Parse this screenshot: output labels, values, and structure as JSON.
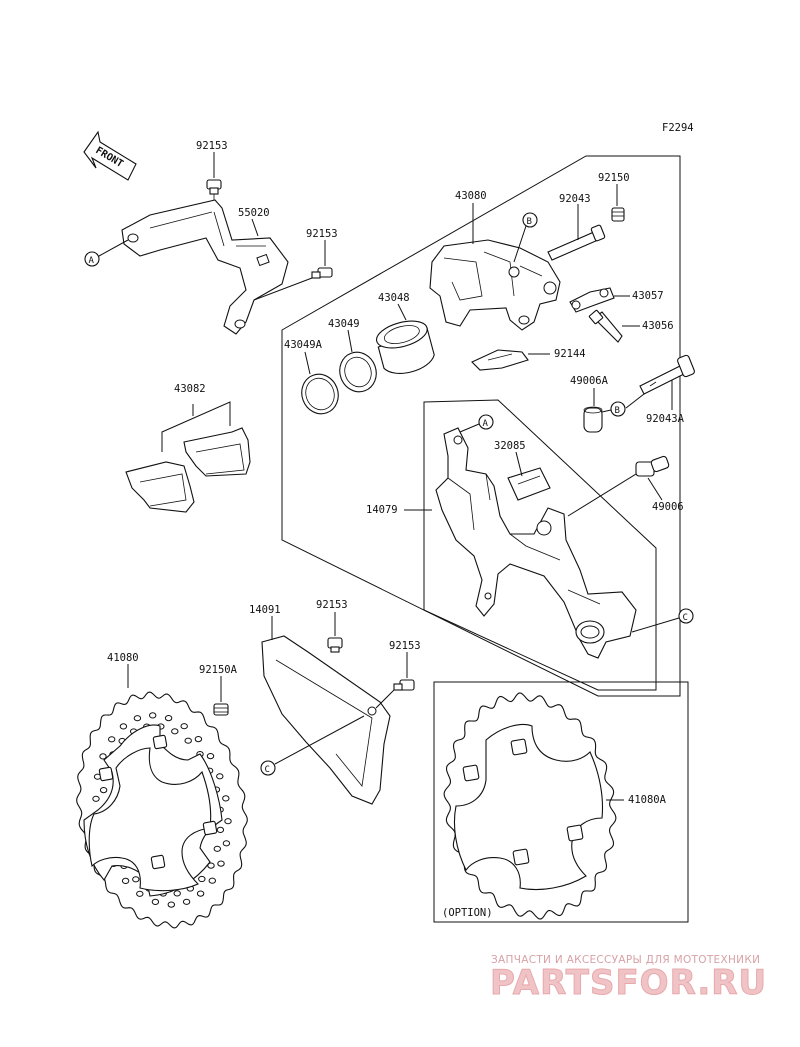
{
  "diagram": {
    "code": "F2294",
    "front_label": "FRONT",
    "option_label": "(OPTION)",
    "refs": {
      "a": "A",
      "b": "B",
      "c": "C"
    },
    "parts": {
      "p92153_top": "92153",
      "p55020": "55020",
      "p92153_mid": "92153",
      "p43080": "43080",
      "p92150": "92150",
      "p92043": "92043",
      "p43057": "43057",
      "p43056": "43056",
      "p43048": "43048",
      "p43049": "43049",
      "p43049A": "43049A",
      "p92144": "92144",
      "p49006A": "49006A",
      "p92043A": "92043A",
      "p43082": "43082",
      "p32085": "32085",
      "p14079": "14079",
      "p49006": "49006",
      "p14091": "14091",
      "p92153_low1": "92153",
      "p92153_low2": "92153",
      "p41080": "41080",
      "p92150A": "92150A",
      "p41080A": "41080A"
    }
  },
  "watermark": {
    "tagline": "ЗАПЧАСТИ И АКСЕССУАРЫ ДЛЯ МОТОТЕХНИКИ",
    "brand": "PARTSFOR.RU"
  }
}
